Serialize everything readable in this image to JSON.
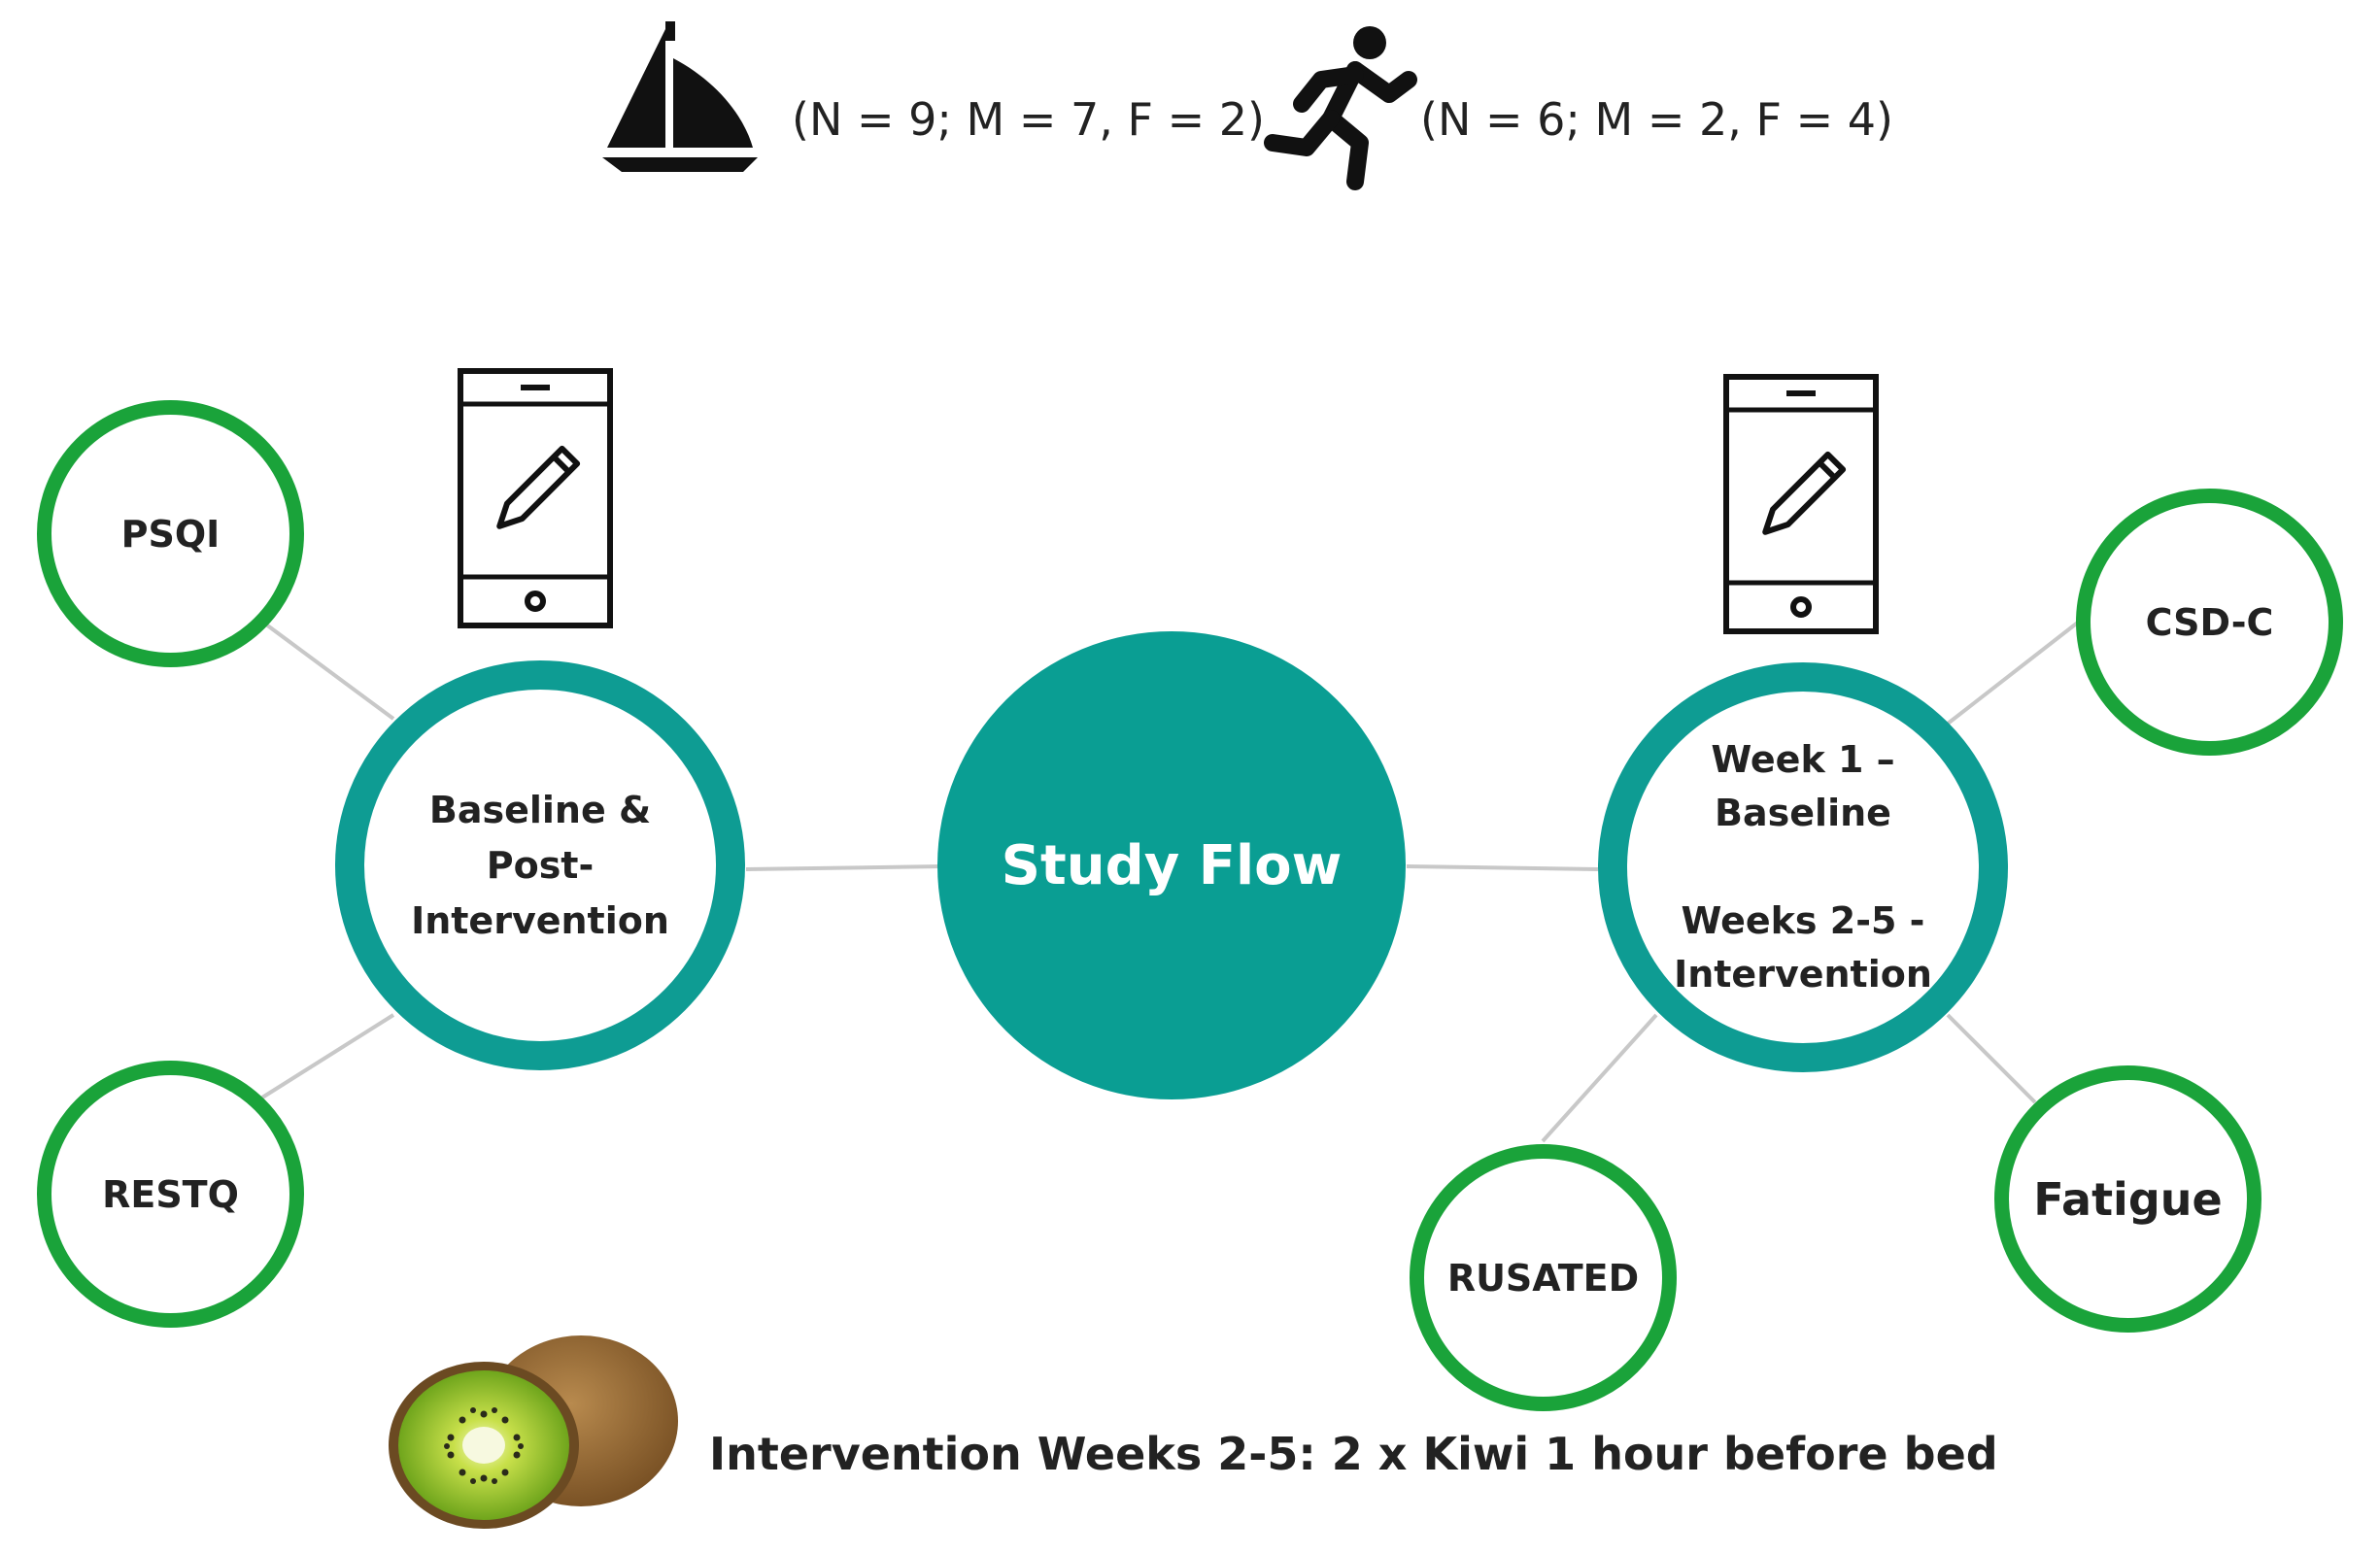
{
  "groups": [
    {
      "icon": "sailboat-icon",
      "text": "(N = 9; M = 7, F = 2)"
    },
    {
      "icon": "runner-icon",
      "text": "(N = 6; M = 2, F = 4)"
    }
  ],
  "center": {
    "label": "Study Flow"
  },
  "left_hub": {
    "label": "Baseline &\nPost-\nIntervention",
    "icon": "phone-survey-icon"
  },
  "right_hub": {
    "label": "Week  1 –\nBaseline\n\nWeeks 2-5 -\nIntervention",
    "icon": "phone-survey-icon"
  },
  "measures": {
    "psqi": "PSQI",
    "restq": "RESTQ",
    "csdc": "CSD-C",
    "fatigue": "Fatigue",
    "rusated": "RUSATED"
  },
  "footer": {
    "icon": "kiwi-icon",
    "text": "Intervention Weeks 2-5: 2 x Kiwi 1 hour before bed"
  },
  "colors": {
    "green_ring": "#1aa33a",
    "teal_ring": "#0e9c93",
    "center_fill": "#0a9e93",
    "connector": "#c8c8c8"
  }
}
